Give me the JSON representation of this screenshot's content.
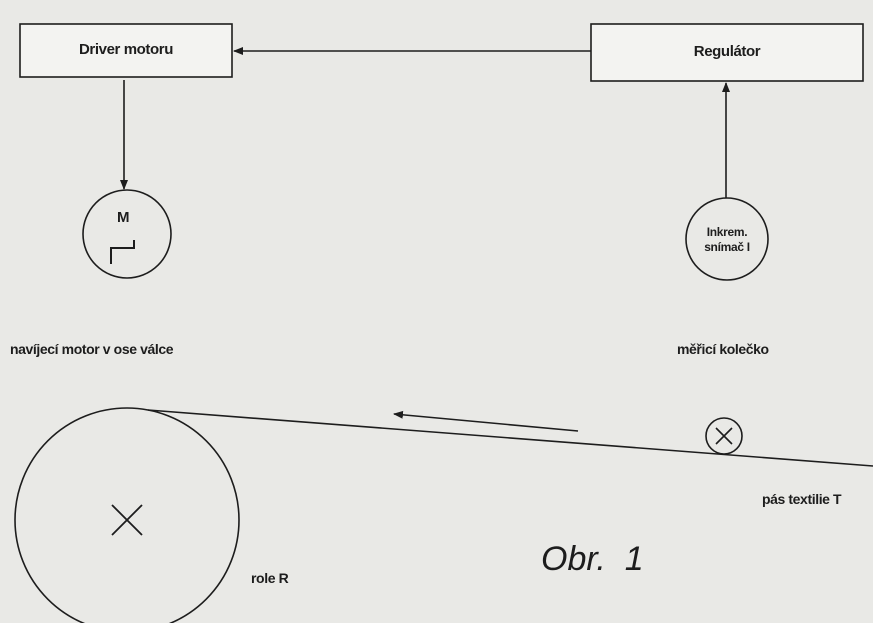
{
  "diagram": {
    "driver_box": {
      "label": "Driver motoru"
    },
    "regulator_box": {
      "label": "Regulátor"
    },
    "motor_symbol": {
      "letter": "M"
    },
    "sensor": {
      "line1": "Inkrem.",
      "line2": "snímač I"
    },
    "labels": {
      "motor_caption": "navíjecí motor v ose válce",
      "wheel_caption": "měřicí kolečko",
      "fabric_caption": "pás textilie T",
      "roll_caption": "role R"
    },
    "figure_caption": "Obr.  1"
  },
  "colors": {
    "background": "#e9e9e6",
    "ink": "#1d1d1d",
    "box_fill": "#f3f3f1"
  }
}
